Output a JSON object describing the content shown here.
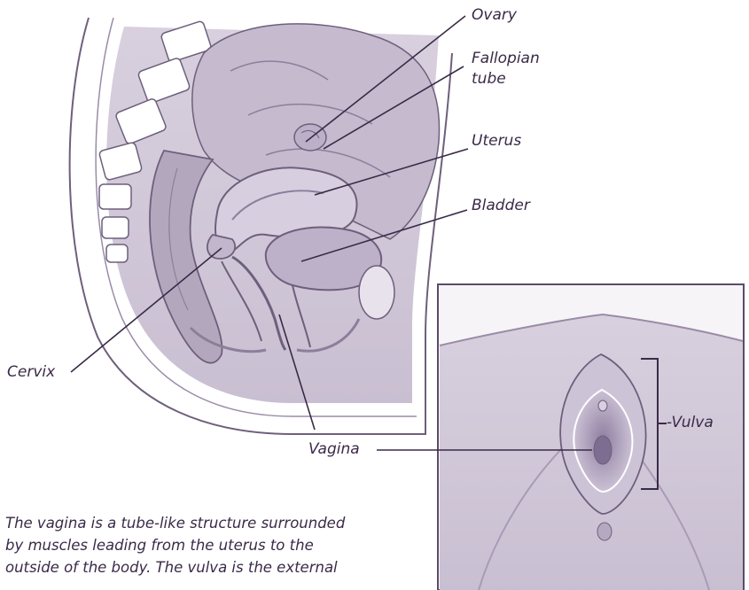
{
  "labels": {
    "ovary": "Ovary",
    "fallopian_line1": "Fallopian",
    "fallopian_line2": "tube",
    "uterus": "Uterus",
    "bladder": "Bladder",
    "cervix": "Cervix",
    "vagina": "Vagina",
    "vulva": "-Vulva"
  },
  "caption": {
    "line1": "The vagina is a tube-like structure surrounded",
    "line2": "by muscles leading from the uterus to the",
    "line3": "outside of the body. The vulva is the external"
  },
  "colors": {
    "tissue_light": "#e2dbe7",
    "tissue_mid": "#c7bcd0",
    "tissue_dark": "#a698b3",
    "outline": "#6e5f7c",
    "text": "#3a2a48"
  }
}
